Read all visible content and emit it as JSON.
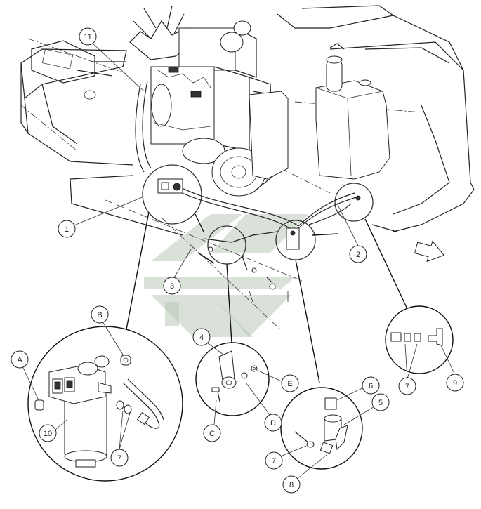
{
  "diagram": {
    "callouts": {
      "c1": "1",
      "c2": "2",
      "c3": "3",
      "c4": "4",
      "c5": "5",
      "c6": "6",
      "c7a": "7",
      "c7b": "7",
      "c7c": "7",
      "c8": "8",
      "c9": "9",
      "c10": "10",
      "c11": "11",
      "cA": "A",
      "cB": "B",
      "cC": "C",
      "cD": "D",
      "cE": "E"
    },
    "colors": {
      "line": "#222222",
      "watermark": "#b9c9b9",
      "background": "#ffffff"
    }
  }
}
